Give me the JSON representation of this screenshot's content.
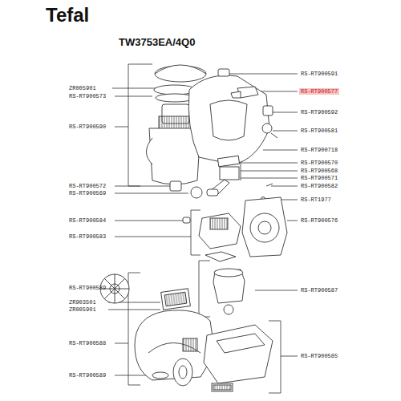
{
  "diagram": {
    "title": "TW3753EA/4Q0",
    "labels": [
      "Tefal",
      "RS-RT900591",
      "RS-RT900577",
      "RS-RT900592",
      "RS-RT900581",
      "RS-RT900718",
      "RS-RT900570",
      "RS-RT900568",
      "RS-RT900571",
      "RS-RT900582",
      "RS-RT1977",
      "RS-RT900576",
      "RS-RT900587",
      "RS-RT900585",
      "ZR005901",
      "RS-RT900573",
      "RS-RT900590",
      "RS-RT900572",
      "RS-RT900569",
      "RS-RT900584",
      "RS-RT900583",
      "RS-RT900589",
      "ZR903501",
      "ZR005901",
      "RS-RT900588",
      "RS-RT900589"
    ]
  }
}
